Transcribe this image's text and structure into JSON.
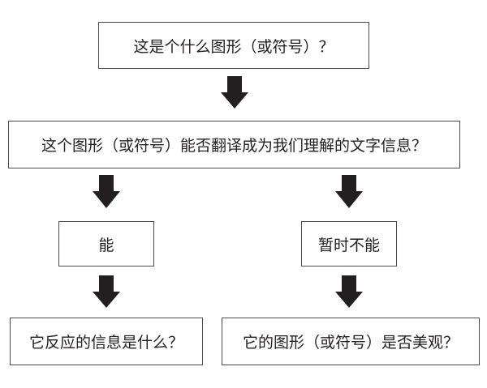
{
  "question_1": "这是个什么图形（或符号）？",
  "question_2": "这个图形（或符号）能否翻译成为我们理解的文字信息？",
  "branch_yes": "能",
  "branch_no": "暂时不能",
  "result_yes": "它反应的信息是什么？",
  "result_no": "它的图形（或符号）是否美观？",
  "colors": {
    "arrow": "#231f20",
    "border": "#4a4a4a",
    "text": "#231f20"
  }
}
